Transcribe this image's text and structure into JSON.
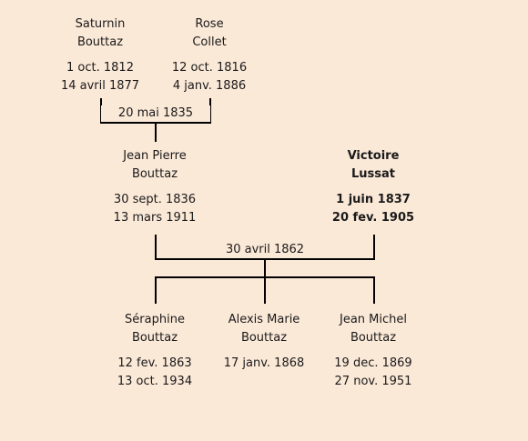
{
  "people": {
    "saturnin": {
      "first": "Saturnin",
      "last": "Bouttaz",
      "birth": "1 oct. 1812",
      "death": "14 avril 1877"
    },
    "rose": {
      "first": "Rose",
      "last": "Collet",
      "birth": "12 oct. 1816",
      "death": "4 janv. 1886"
    },
    "jean_pierre": {
      "first": "Jean Pierre",
      "last": "Bouttaz",
      "birth": "30 sept. 1836",
      "death": "13 mars 1911"
    },
    "victoire": {
      "first": "Victoire",
      "last": "Lussat",
      "birth": "1 juin 1837",
      "death": "20 fev. 1905"
    },
    "seraphine": {
      "first": "Séraphine",
      "last": "Bouttaz",
      "birth": "12 fev. 1863",
      "death": "13 oct. 1934"
    },
    "alexis": {
      "first": "Alexis Marie",
      "last": "Bouttaz",
      "birth": "17 janv. 1868"
    },
    "jean_michel": {
      "first": "Jean Michel",
      "last": "Bouttaz",
      "birth": "19 dec. 1869",
      "death": "27 nov. 1951"
    }
  },
  "marriages": {
    "parents": "20 mai 1835",
    "couple": "30 avril 1862"
  }
}
